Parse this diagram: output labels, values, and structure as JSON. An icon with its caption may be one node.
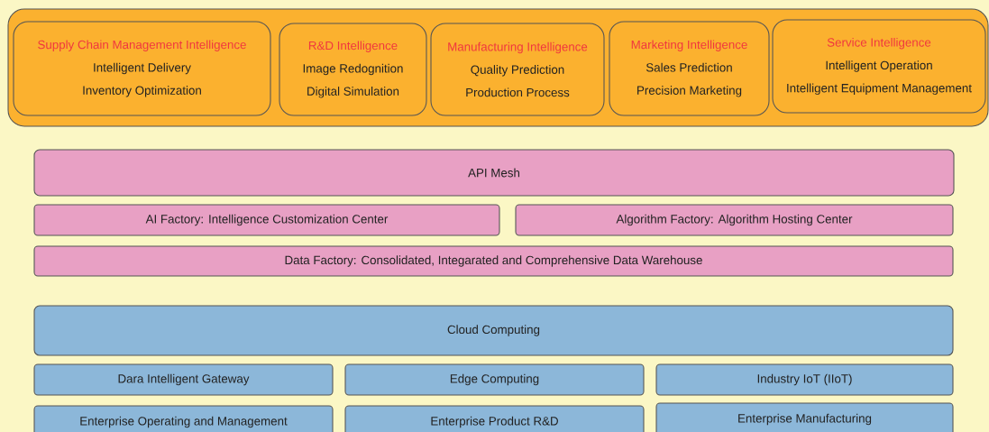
{
  "diagram": {
    "nodes": [
      {
        "text": [],
        "shape": "box"
      },
      {
        "text": [
          "Supply Chain Management Intelligence",
          "Intelligent Delivery",
          "Inventory Optimization"
        ],
        "in": 0
      },
      {
        "text": [
          "R&D Intelligence",
          "Image Redognition",
          "Digital Simulation"
        ],
        "in": 0
      },
      {
        "text": [
          "Manufacturing Intelligence",
          "Quality Prediction",
          "Production Process"
        ],
        "in": 0
      },
      {
        "text": [
          "Marketing Intelligence",
          "Sales Prediction",
          "Precision Marketing"
        ],
        "in": 0
      },
      {
        "text": [
          "Service Intelligence",
          "Intelligent Operation",
          "Intelligent Equipment Management"
        ],
        "in": 0
      },
      {
        "text": [
          "API Mesh"
        ]
      },
      {
        "text": [
          "AI Factory: Intelligence Customization Center"
        ]
      },
      {
        "text": [
          "Algorithm Factory: Algorithm Hosting Center"
        ]
      },
      {
        "text": [
          "Data Factory: Consolidated, Integarated and Comprehensive Data Warehouse"
        ]
      },
      {
        "text": [
          "Cloud Computing"
        ]
      },
      {
        "text": [
          "Dara Intelligent Gateway"
        ]
      },
      {
        "text": [
          "Edge Computing"
        ]
      },
      {
        "text": [
          "Industry IoT (IIoT)"
        ]
      },
      {
        "text": [
          "Enterprise Operating and Management"
        ]
      },
      {
        "text": [
          "Enterprise Product R&D"
        ]
      },
      {
        "text": [
          "Enterprise Manufacturing"
        ]
      }
    ]
  }
}
